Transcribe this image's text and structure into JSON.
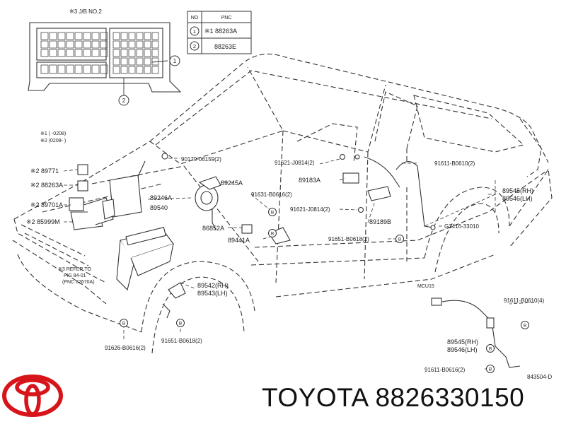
{
  "brand": {
    "name": "TOYOTA",
    "part_number": "8826330150"
  },
  "diagram_ref": "843504-D",
  "fusebox": {
    "title": "※3 J/B NO.2"
  },
  "pnc_table": {
    "headers": [
      "NO",
      "PNC"
    ],
    "rows": [
      {
        "no": "1",
        "pnc": "※1 88263A"
      },
      {
        "no": "2",
        "pnc": "88263E"
      }
    ]
  },
  "notes": {
    "line1": "※1 (    -0208)",
    "line2": "※2 (0208-    )"
  },
  "parts": {
    "p89771": "※2 89771",
    "p88263A": "※2 88263A",
    "p89701A": "※2 89701A",
    "p85999M": "※2 85999M",
    "p90179": "90179-06159(2)",
    "p89245A": "89245A",
    "p89246A": "89246A",
    "p89540": "89540",
    "p86852A": "86852A",
    "p89441A": "89441A",
    "ref_line1": "※3 REFER TO",
    "ref_line2": "FIG 84-01",
    "ref_line3": "(PNC 82670A)",
    "p89542": "89542(RH)",
    "p89543": "89543(LH)",
    "p91626": "91626-B0616(2)",
    "p91651a": "91651-B0618(2)",
    "p91621a": "91621-J0814(2)",
    "p89183A": "89183A",
    "p91631": "91631-B0616(2)",
    "p91621b": "91621-J0814(2)",
    "p89189B": "89189B",
    "p91651b": "91651-B0618(2)",
    "p91611a": "91611-B0610(2)",
    "p89545": "89545(RH)",
    "p89546": "89546(LH)",
    "p3416": "G3416-33010",
    "mcu": "MCU15",
    "p91611b": "91611-B0610(4)",
    "p89545b": "89545(RH)",
    "p89546b": "89546(LH)",
    "p91611c": "91611-B0616(2)"
  },
  "callouts": {
    "c1": "1",
    "c2": "2",
    "b": "B"
  }
}
